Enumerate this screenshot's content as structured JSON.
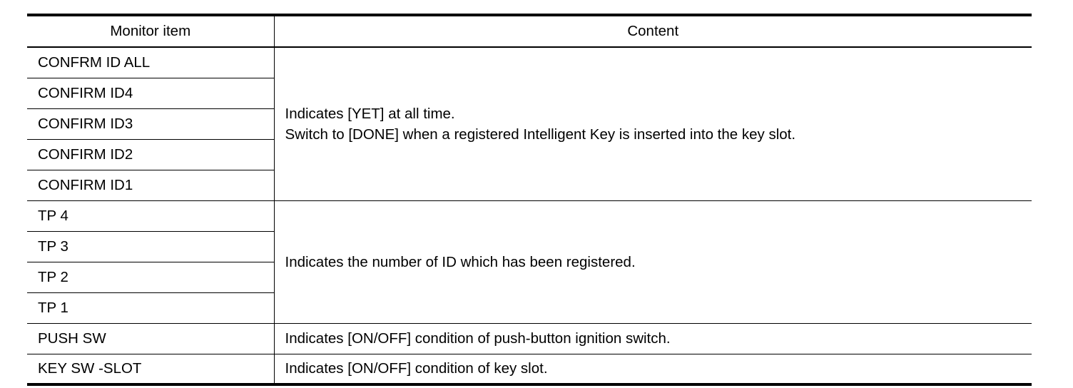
{
  "table": {
    "headers": {
      "item": "Monitor item",
      "content": "Content"
    },
    "groups": [
      {
        "items": [
          "CONFRM ID ALL",
          "CONFIRM ID4",
          "CONFIRM ID3",
          "CONFIRM ID2",
          "CONFIRM ID1"
        ],
        "content": [
          "Indicates [YET] at all time.",
          "Switch to [DONE] when a registered Intelligent Key is inserted into the key slot."
        ]
      },
      {
        "items": [
          "TP 4",
          "TP 3",
          "TP 2",
          "TP 1"
        ],
        "content": [
          "Indicates the number of ID which has been registered."
        ]
      },
      {
        "items": [
          "PUSH SW"
        ],
        "content": [
          "Indicates [ON/OFF] condition of push-button ignition switch."
        ]
      },
      {
        "items": [
          "KEY SW -SLOT"
        ],
        "content": [
          "Indicates [ON/OFF] condition of key slot."
        ]
      }
    ]
  }
}
